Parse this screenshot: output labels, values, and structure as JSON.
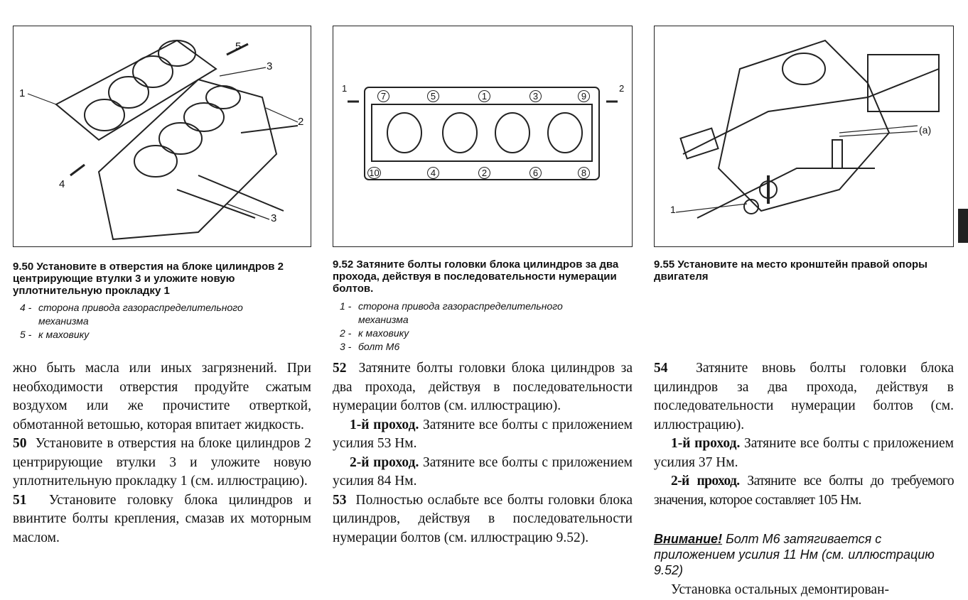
{
  "figures": [
    {
      "caption": "9.50 Установите  в отверстия на блоке цилиндров 2 центрирующие втулки 3 и уложите новую уплотнительную прокладку 1",
      "callouts": [
        "1",
        "2",
        "3",
        "3",
        "4",
        "5"
      ],
      "legend": [
        {
          "n": "4 -",
          "t": "сторона привода газораспределительного механизма"
        },
        {
          "n": "5 -",
          "t": "к маховику"
        }
      ]
    },
    {
      "caption": "9.52 Затяните болты головки блока цилиндров за два прохода, действуя в последовательности нумерации болтов.",
      "callouts": [
        "1",
        "2"
      ],
      "bolts": [
        "7",
        "5",
        "1",
        "3",
        "9",
        "10",
        "4",
        "2",
        "6",
        "8"
      ],
      "legend": [
        {
          "n": "1 -",
          "t": "сторона привода газораспределительного механизма"
        },
        {
          "n": "2 -",
          "t": "к маховику"
        },
        {
          "n": "3 -",
          "t": "болт М6"
        }
      ]
    },
    {
      "caption": "9.55 Установите на место кронштейн правой опоры двигателя",
      "callouts": [
        "(a)",
        "1"
      ]
    }
  ],
  "col1": {
    "p0": "жно быть масла или иных загрязнений. При необходимости отверстия продуйте сжатым воздухом или же прочистите отверткой, обмотанной ветошью, которая впитает жидкость.",
    "p1_num": "50",
    "p1": "Установите в отверстия на блоке цилиндров 2 центрирующие втулки 3 и уложите новую уплотнительную прокладку 1 (см. иллюстрацию).",
    "p2_num": "51",
    "p2": "Установите головку блока цилиндров и ввинтите болты крепления, смазав их моторным маслом."
  },
  "col2": {
    "p1_num": "52",
    "p1": "Затяните болты головки блока цилиндров за два прохода, действуя в последовательности нумерации болтов (см. иллюстрацию).",
    "p2_b": "1-й проход.",
    "p2": "Затяните все болты с приложением усилия 53 Нм.",
    "p3_b": "2-й проход.",
    "p3": "Затяните все болты с приложением усилия 84 Нм.",
    "p4_num": "53",
    "p4": "Полностью ослабьте все болты головки блока цилиндров, действуя в последовательности нумерации болтов (см. иллюстрацию 9.52)."
  },
  "col3": {
    "p1_num": "54",
    "p1": "Затяните вновь болты головки блока цилиндров за два прохода, действуя в последовательности нумерации болтов (см. иллюстрацию).",
    "p2_b": "1-й проход.",
    "p2": "Затяните все болты с приложением усилия 37 Нм.",
    "p3_b": "2-й проход.",
    "p3": "Затяните все болты до требуемого значения, которое составляет 105 Нм.",
    "warn_b": "Внимание!",
    "warn": "Болт М6 затягивается с приложением усилия 11 Нм (см. иллюстрацию 9.52)",
    "p4": "Установка остальных демонтирован-"
  }
}
